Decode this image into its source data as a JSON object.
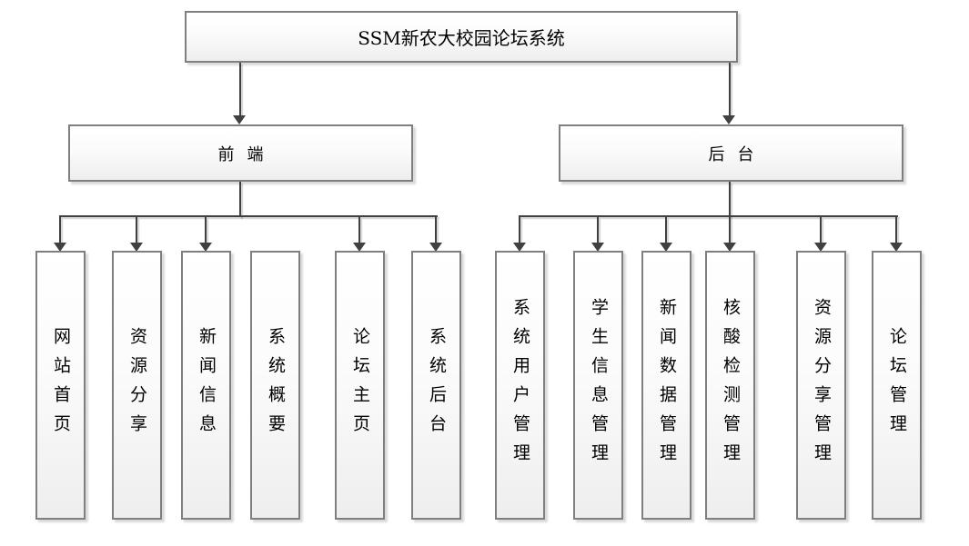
{
  "diagram": {
    "title": "SSM新农大校园论坛系统",
    "branches": [
      {
        "label": "前端",
        "children": [
          "网站首页",
          "资源分享",
          "新闻信息",
          "系统概要",
          "论坛主页",
          "系统后台"
        ]
      },
      {
        "label": "后台",
        "children": [
          "系统用户管理",
          "学生信息管理",
          "新闻数据管理",
          "核酸检测管理",
          "资源分享管理",
          "论坛管理"
        ]
      }
    ],
    "colors": {
      "connector": "#404040",
      "box_border": "#7f7f7f",
      "box_fill_top": "#ffffff",
      "box_fill_bottom": "#eeeeee"
    }
  }
}
